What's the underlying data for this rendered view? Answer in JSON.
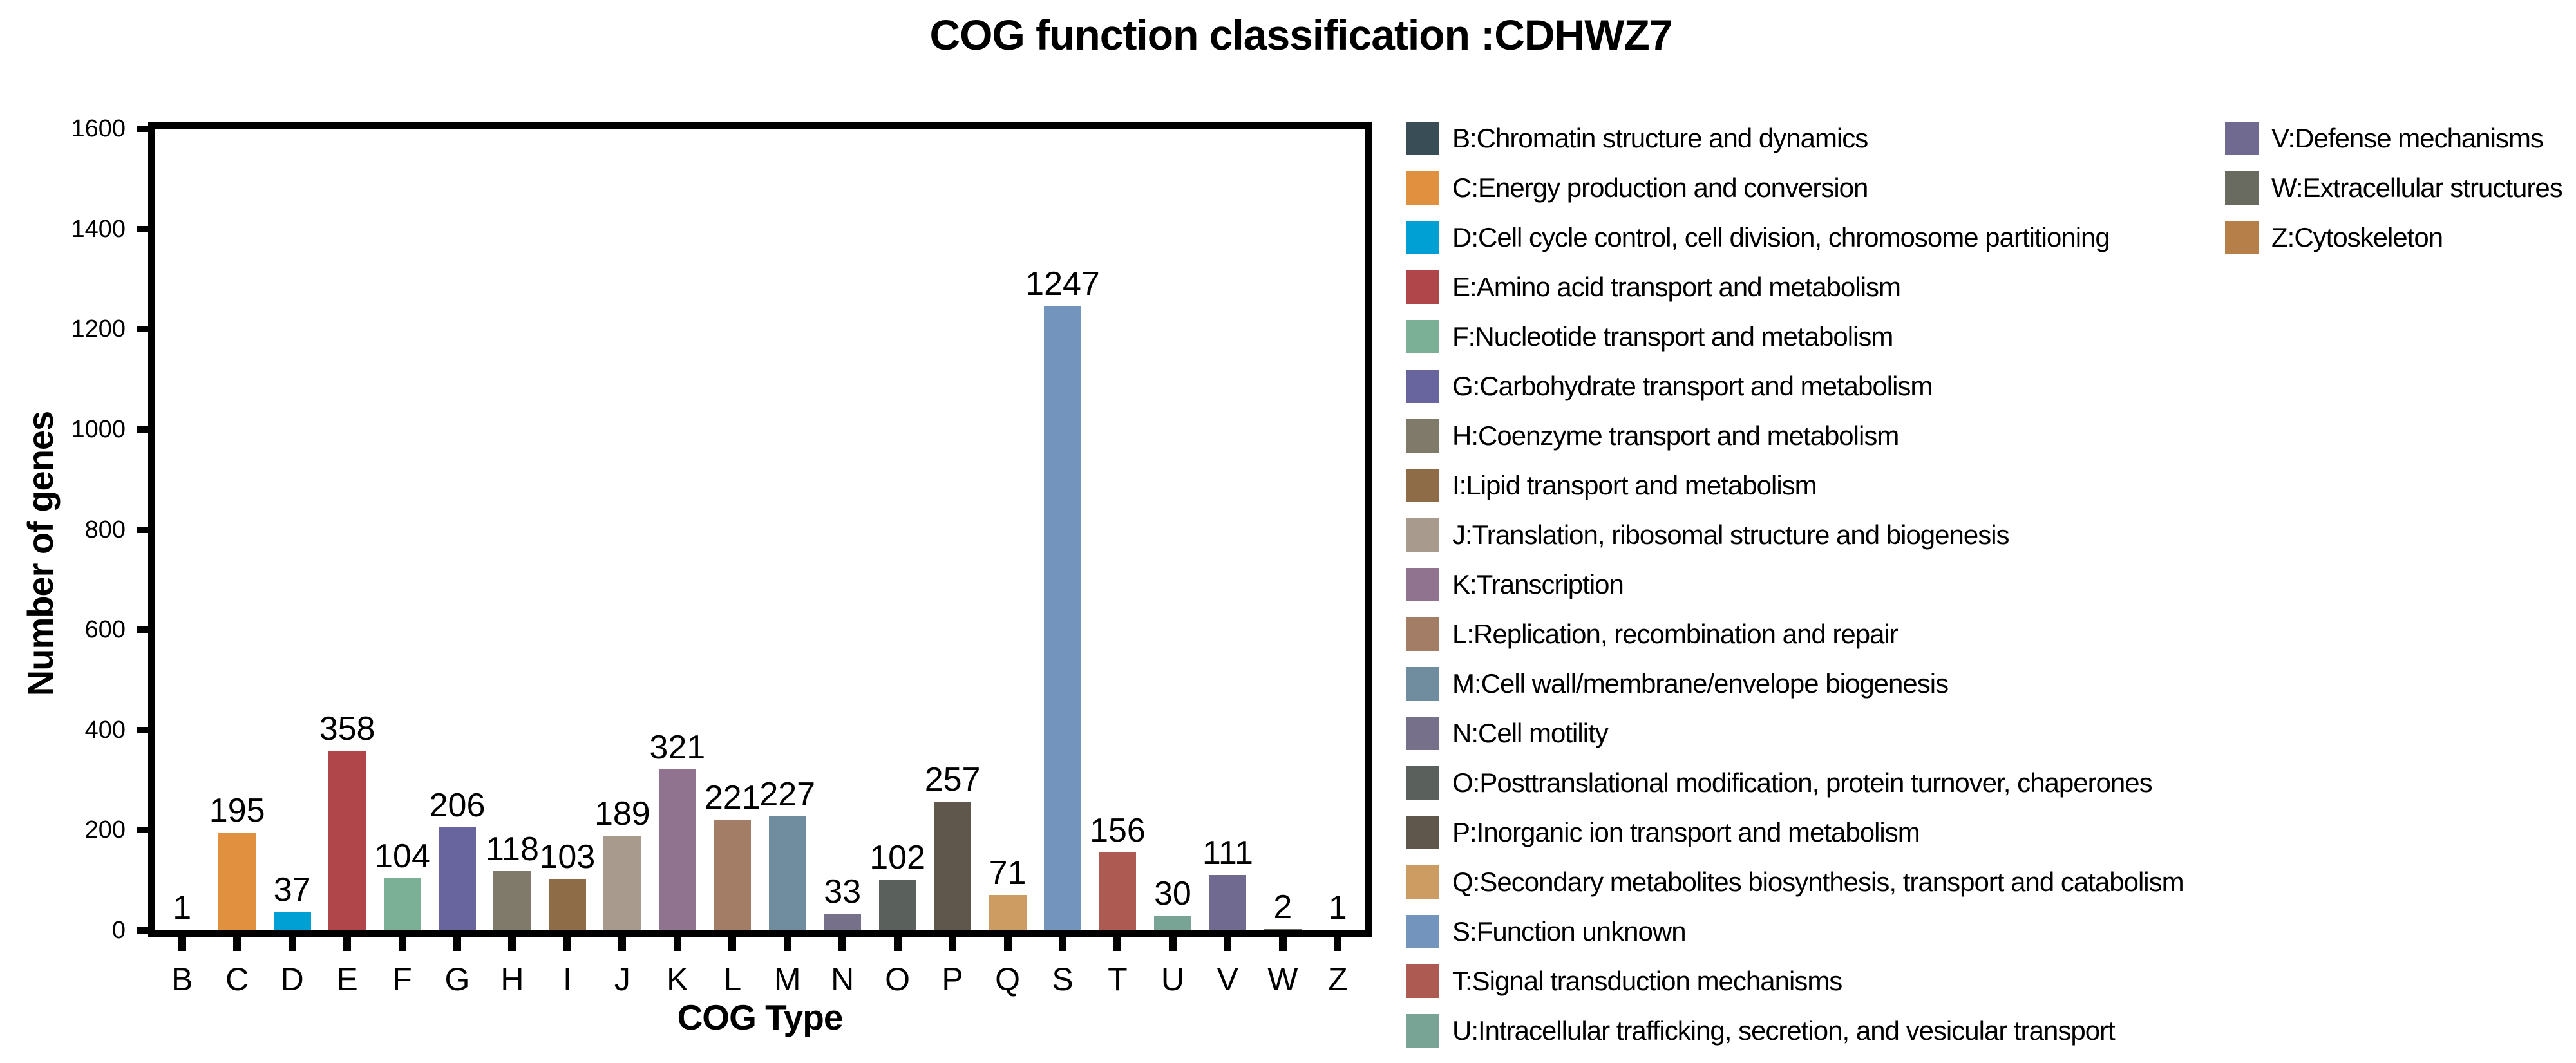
{
  "chart_data": {
    "type": "bar",
    "title": "COG function classification :CDHWZ7",
    "xlabel": "COG Type",
    "ylabel": "Number of genes",
    "ylim": [
      0,
      1600
    ],
    "yticks": [
      0,
      200,
      400,
      600,
      800,
      1000,
      1200,
      1400,
      1600
    ],
    "grid": false,
    "legend_position": "right",
    "categories": [
      "B",
      "C",
      "D",
      "E",
      "F",
      "G",
      "H",
      "I",
      "J",
      "K",
      "L",
      "M",
      "N",
      "O",
      "P",
      "Q",
      "S",
      "T",
      "U",
      "V",
      "W",
      "Z"
    ],
    "values": [
      1,
      195,
      37,
      358,
      104,
      206,
      118,
      103,
      189,
      321,
      221,
      227,
      33,
      102,
      257,
      71,
      1247,
      156,
      30,
      111,
      2,
      1
    ],
    "colors": [
      "#394d56",
      "#e0903f",
      "#00a0d4",
      "#b1464a",
      "#7bb096",
      "#67649e",
      "#7f7a69",
      "#8d6c47",
      "#a99a8e",
      "#90738f",
      "#a37d66",
      "#6f8d9e",
      "#77708a",
      "#5a615c",
      "#5f574b",
      "#cd9c62",
      "#7394bd",
      "#ad5b52",
      "#78a495",
      "#706a91",
      "#6a6b60",
      "#b67f49"
    ],
    "legend_labels": [
      "B:Chromatin structure and dynamics",
      "C:Energy production and conversion",
      "D:Cell cycle control, cell division, chromosome partitioning",
      "E:Amino acid transport and metabolism",
      "F:Nucleotide transport and metabolism",
      "G:Carbohydrate transport and metabolism",
      "H:Coenzyme transport and metabolism",
      "I:Lipid transport and metabolism",
      "J:Translation, ribosomal structure and biogenesis",
      "K:Transcription",
      "L:Replication, recombination and repair",
      "M:Cell wall/membrane/envelope biogenesis",
      "N:Cell motility",
      "O:Posttranslational modification, protein turnover, chaperones",
      "P:Inorganic ion transport and metabolism",
      "Q:Secondary metabolites biosynthesis, transport and catabolism",
      "S:Function unknown",
      "T:Signal transduction mechanisms",
      "U:Intracellular trafficking, secretion, and vesicular transport",
      "V:Defense mechanisms",
      "W:Extracellular structures",
      "Z:Cytoskeleton"
    ],
    "legend_column_break": 19,
    "axis_color": "#000000",
    "background_color": "#ffffff"
  }
}
